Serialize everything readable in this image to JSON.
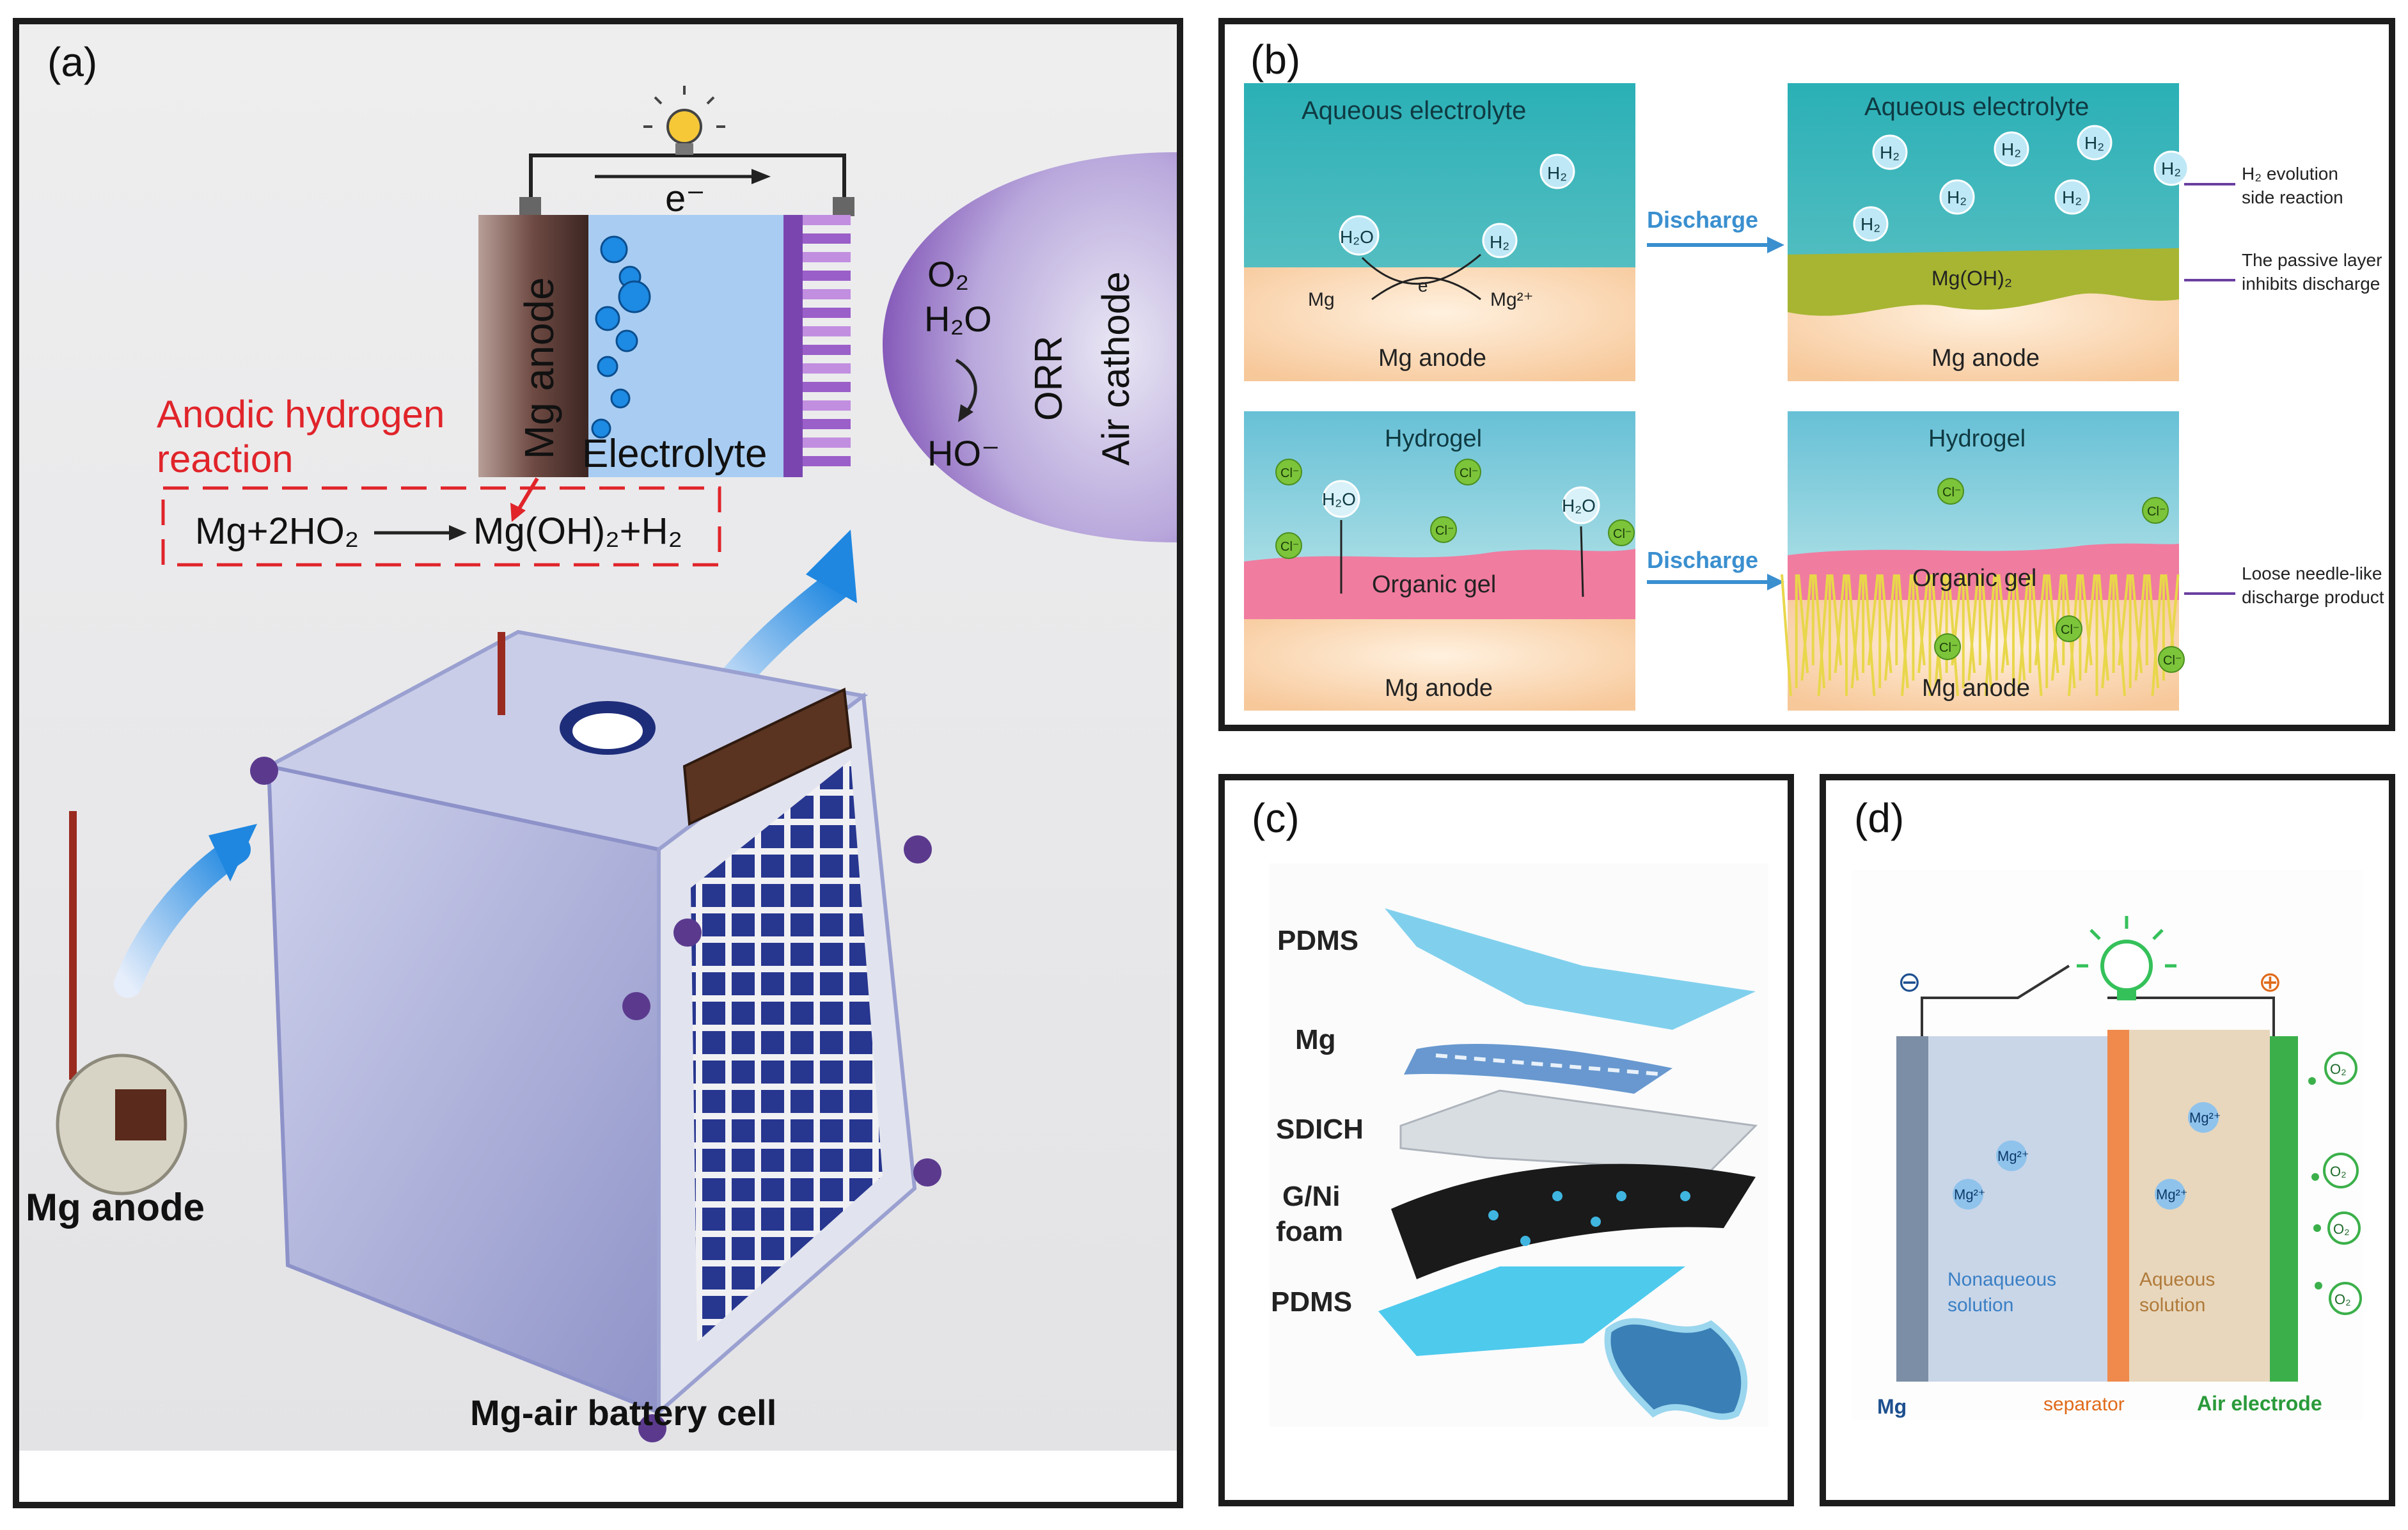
{
  "panel_a": {
    "tag": "(a)",
    "electron": "e⁻",
    "mg_anode_vertical": "Mg anode",
    "electrolyte": "Electrolyte",
    "o2": "O₂",
    "h2o": "H₂O",
    "ho": "HO⁻",
    "orr": "ORR",
    "air_cathode": "Air cathode",
    "anodic_line1": "Anodic hydrogen",
    "anodic_line2": "reaction",
    "equation_left": "Mg+2HO₂",
    "equation_right": "Mg(OH)₂+H₂",
    "mg_anode_label": "Mg anode",
    "cell_label": "Mg-air battery cell",
    "colors": {
      "accent_red": "#e0242a",
      "cathode_purple": "#7b45b0",
      "arrow_blue": "#2b8fe0"
    }
  },
  "panel_b": {
    "tag": "(b)",
    "aqueous_electrolyte": "Aqueous electrolyte",
    "h2o": "H₂O",
    "h2": "H₂",
    "mg": "Mg",
    "e": "e",
    "mg2plus": "Mg²⁺",
    "mg_anode": "Mg anode",
    "discharge": "Discharge",
    "mgoh2": "Mg(OH)₂",
    "note_h2_line1": "H₂ evolution",
    "note_h2_line2": "side reaction",
    "note_passive_line1": "The passive layer",
    "note_passive_line2": "inhibits discharge",
    "hydrogel": "Hydrogel",
    "cl": "Cl⁻",
    "organic_gel": "Organic gel",
    "note_needle_line1": "Loose needle-like",
    "note_needle_line2": "discharge product"
  },
  "panel_c": {
    "tag": "(c)",
    "layers": [
      "PDMS",
      "Mg",
      "SDICH",
      "G/Ni",
      "foam",
      "PDMS"
    ]
  },
  "panel_d": {
    "tag": "(d)",
    "minus": "⊖",
    "plus": "⊕",
    "mg2plus": "Mg²⁺",
    "nonaqueous_line1": "Nonaqueous",
    "nonaqueous_line2": "solution",
    "aqueous_line1": "Aqueous",
    "aqueous_line2": "solution",
    "o2": "O₂",
    "mg": "Mg",
    "separator": "separator",
    "air_electrode": "Air electrode"
  }
}
